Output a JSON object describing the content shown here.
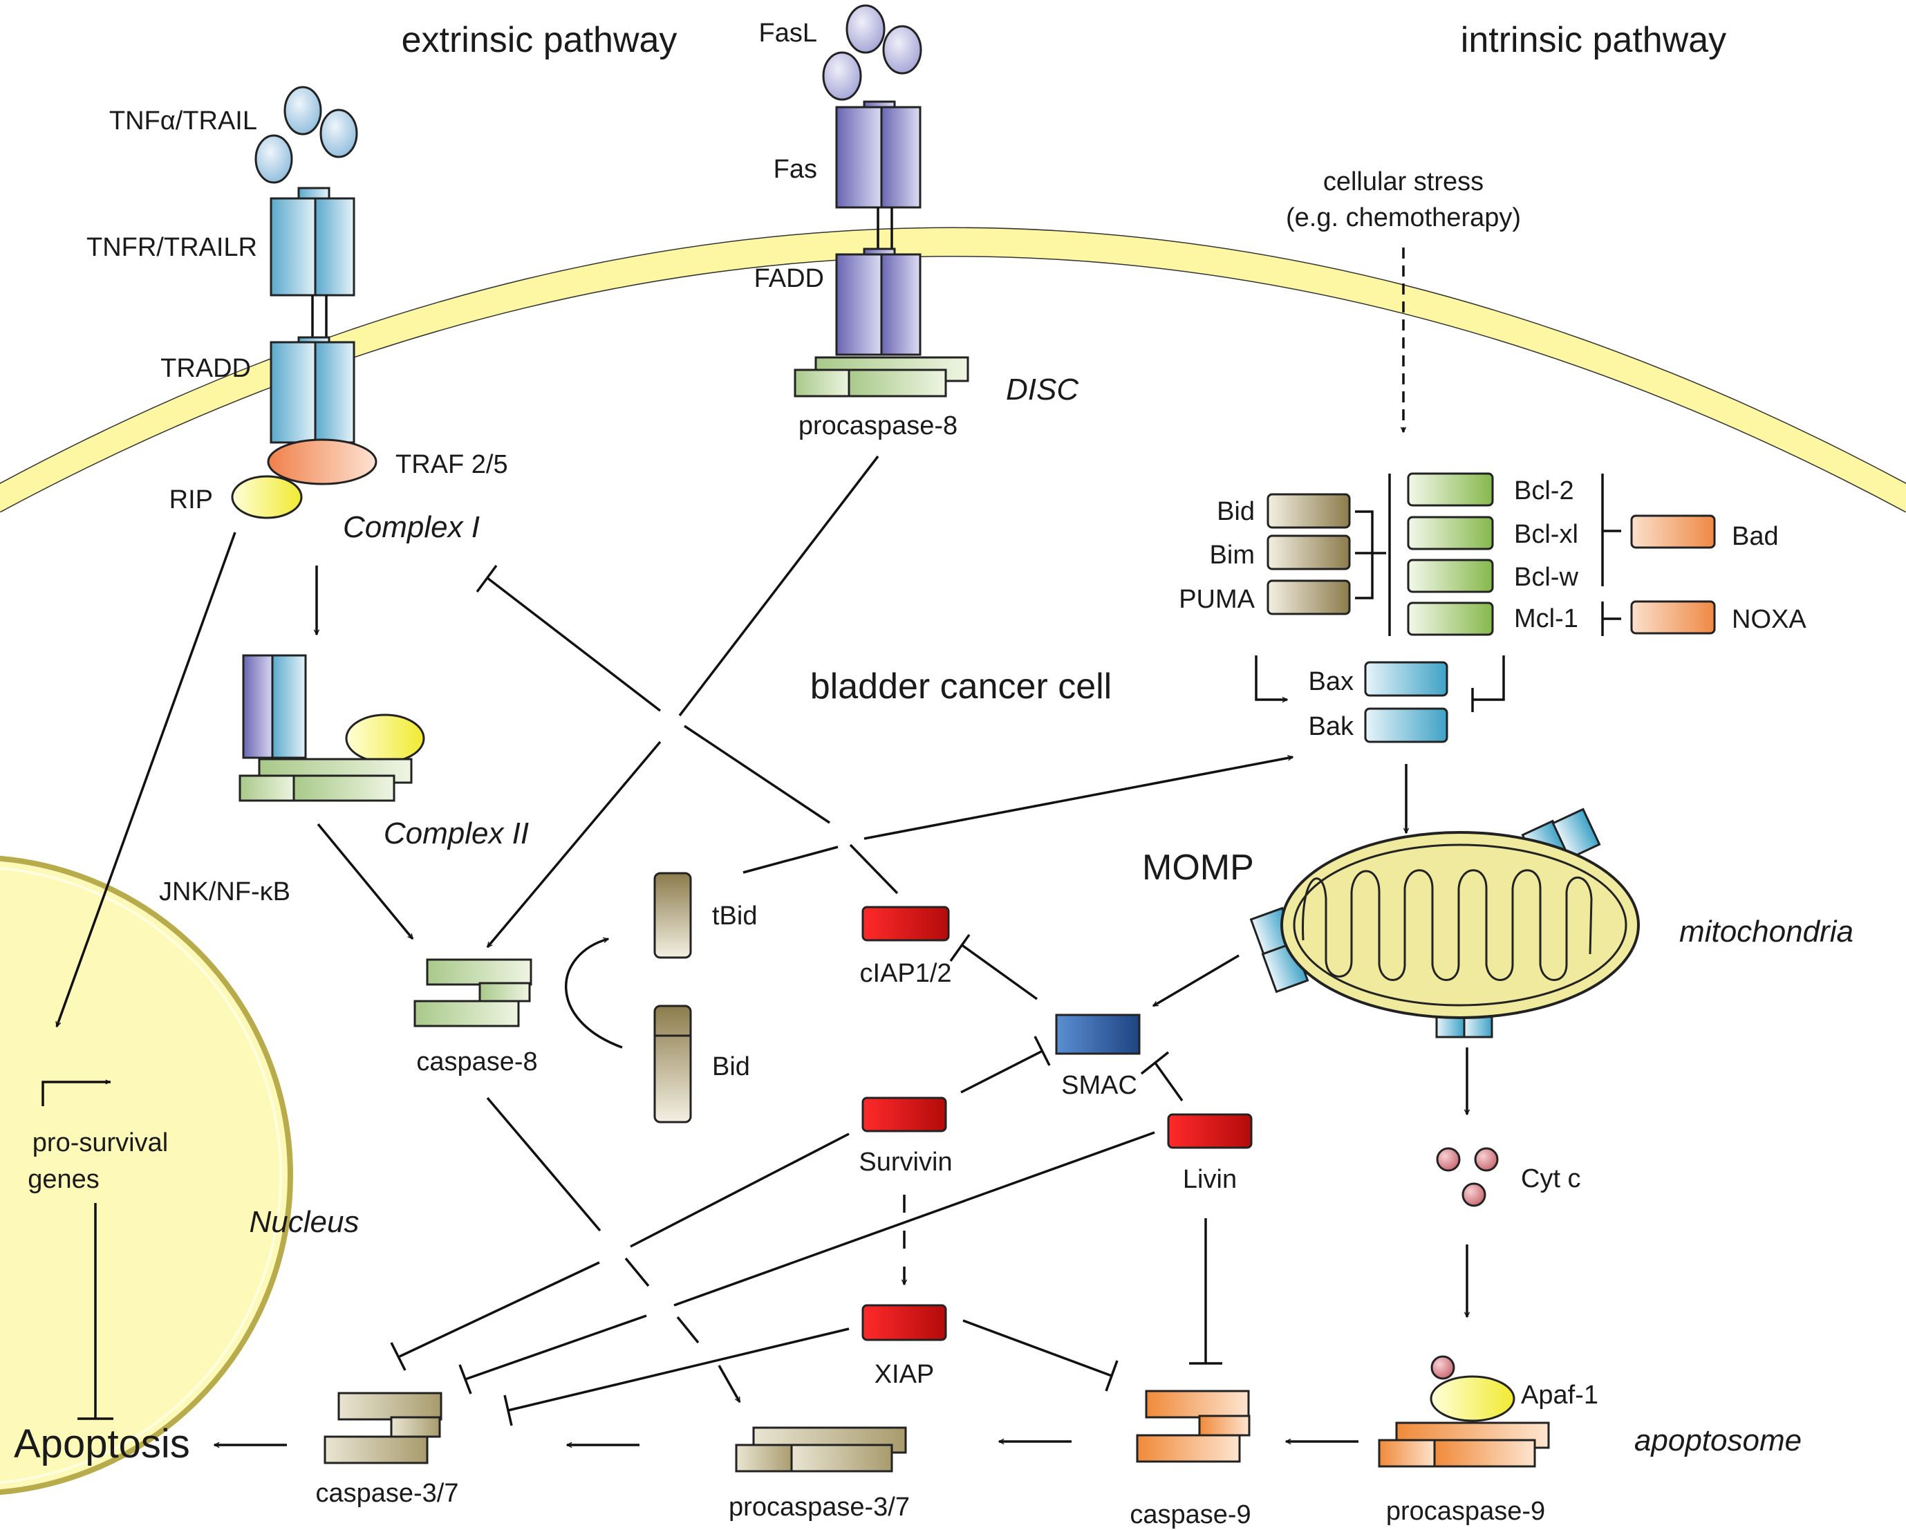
{
  "headings": {
    "extrinsic": "extrinsic pathway",
    "intrinsic": "intrinsic pathway",
    "cell": "bladder cancer cell",
    "momp": "MOMP",
    "apoptosis": "Apoptosis"
  },
  "extrinsic_labels": {
    "tnf": "TNFα/TRAIL",
    "tnfr": "TNFR/TRAILR",
    "tradd": "TRADD",
    "traf": "TRAF 2/5",
    "rip": "RIP",
    "complex1": "Complex I",
    "complex2": "Complex II",
    "jnk": "JNK/NF-κB",
    "fasl": "FasL",
    "fas": "Fas",
    "fadd": "FADD",
    "disc": "DISC",
    "procasp8": "procaspase-8"
  },
  "nucleus": {
    "genes": "pro-survival genes",
    "genes_line1": "pro-survival",
    "genes_line2": "genes",
    "title": "Nucleus"
  },
  "intrinsic_labels": {
    "stress_line1": "cellular stress",
    "stress_line2": "(e.g. chemotherapy)",
    "bid": "Bid",
    "bim": "Bim",
    "puma": "PUMA",
    "bcl2": "Bcl-2",
    "bclxl": "Bcl-xl",
    "bclw": "Bcl-w",
    "mcl1": "Mcl-1",
    "bad": "Bad",
    "noxa": "NOXA",
    "bax": "Bax",
    "bak": "Bak",
    "mito": "mitochondria",
    "cytc": "Cyt c",
    "apaf": "Apaf-1",
    "apoptosome": "apoptosome",
    "procasp9": "procaspase-9"
  },
  "center_labels": {
    "casp8": "caspase-8",
    "tbid": "tBid",
    "bid2": "Bid",
    "ciap": "cIAP1/2",
    "smac": "SMAC",
    "survivin": "Survivin",
    "livin": "Livin",
    "xiap": "XIAP",
    "casp37": "caspase-3/7",
    "procasp37": "procaspase-3/7",
    "casp9": "caspase-9"
  },
  "colors": {
    "membrane": "#fdf6a3",
    "receptor_blue": "#a9cde3",
    "receptor_purple": "#b5b5dc",
    "caspase_green": "#cfe0b3",
    "bh3_olive": "#a89b6d",
    "bcl_green": "#9cc46a",
    "bad_orange": "#f4a574",
    "bax_cyan": "#7fc3db",
    "iap_red": "#e01818",
    "smac_blue": "#3f6fb8",
    "mito_yellow": "#efea9e",
    "cytc_pink": "#e28d94",
    "nucleus_yellow": "#fdf9b9",
    "casp9_orange": "#f5a15c",
    "casp37_tan": "#c8c09c"
  }
}
